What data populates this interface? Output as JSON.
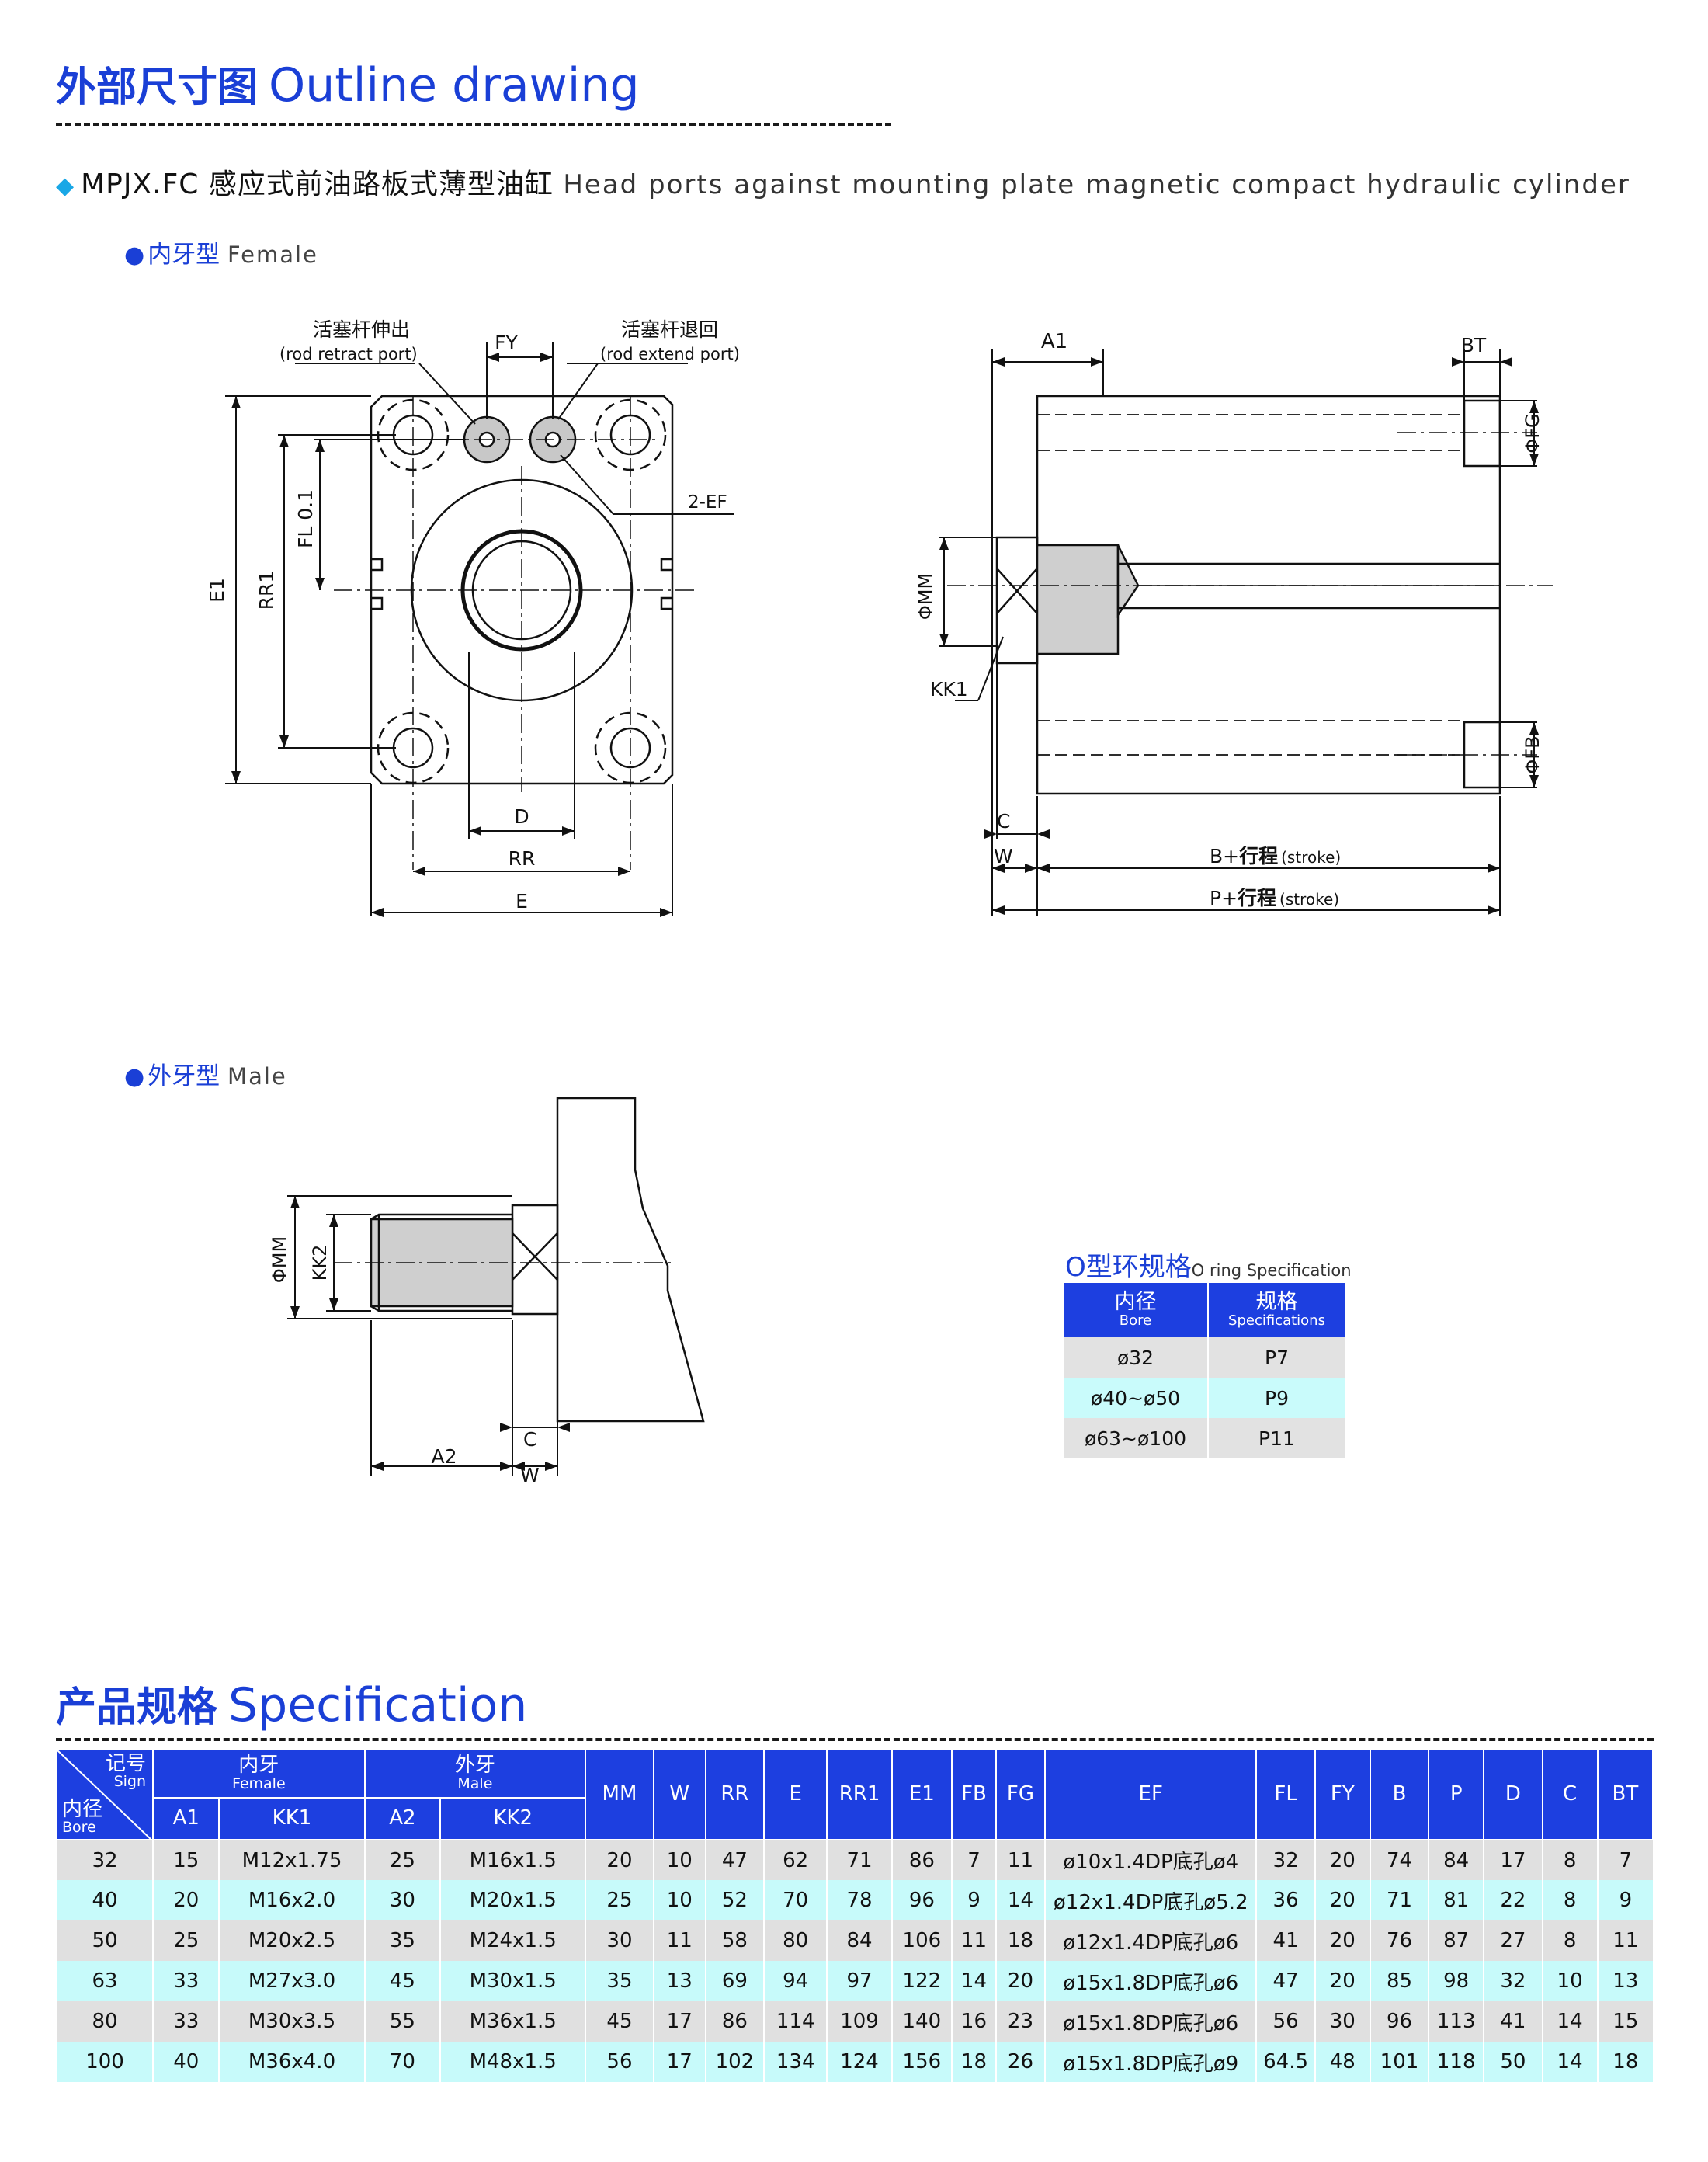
{
  "outline": {
    "title_cn": "外部尺寸图",
    "title_en": "Outline drawing"
  },
  "product": {
    "diamond": "◆",
    "model": "MPJX.FC",
    "name_cn": "感应式前油路板式薄型油缸",
    "name_en": "Head ports against mounting plate magnetic compact hydraulic cylinder"
  },
  "female": {
    "bullet": "●",
    "cn": "内牙型",
    "en": "Female"
  },
  "male": {
    "bullet": "●",
    "cn": "外牙型",
    "en": "Male"
  },
  "drawing_front": {
    "port_left_cn": "活塞杆伸出",
    "port_left_en": "(rod retract port)",
    "port_right_cn": "活塞杆退回",
    "port_right_en": "(rod extend port)",
    "fy": "FY",
    "ef": "2-EF",
    "fl": "FL 0.1",
    "e1": "E1",
    "rr1": "RR1",
    "d": "D",
    "rr": "RR",
    "e": "E"
  },
  "drawing_side": {
    "a1": "A1",
    "bt": "BT",
    "fg": "ΦFG",
    "fb": "ΦFB",
    "mm": "ΦMM",
    "kk1": "KK1",
    "c": "C",
    "w": "W",
    "b_stroke_a": "B+",
    "b_stroke_cn": "行程",
    "b_stroke_en": "(stroke)",
    "p_stroke_a": "P+",
    "p_stroke_cn": "行程",
    "p_stroke_en": "(stroke)"
  },
  "drawing_male": {
    "mm": "ΦMM",
    "kk2": "KK2",
    "c": "C",
    "a2": "A2",
    "w": "W"
  },
  "oring": {
    "title_cn": "O型环规格",
    "title_en": "O ring Specification",
    "col1_cn": "内径",
    "col1_en": "Bore",
    "col2_cn": "规格",
    "col2_en": "Specifications",
    "rows": [
      {
        "bore": "ø32",
        "spec": "P7"
      },
      {
        "bore": "ø40~ø50",
        "spec": "P9"
      },
      {
        "bore": "ø63~ø100",
        "spec": "P11"
      }
    ]
  },
  "specification": {
    "title_cn": "产品规格",
    "title_en": "Specification",
    "header": {
      "sign_cn": "记号",
      "sign_en": "Sign",
      "bore_cn": "内径",
      "bore_en": "Bore",
      "female_cn": "内牙",
      "female_en": "Female",
      "male_cn": "外牙",
      "male_en": "Male",
      "cols": [
        "MM",
        "W",
        "RR",
        "E",
        "RR1",
        "E1",
        "FB",
        "FG",
        "EF",
        "FL",
        "FY",
        "B",
        "P",
        "D",
        "C",
        "BT"
      ],
      "female_sub": [
        "A1",
        "KK1"
      ],
      "male_sub": [
        "A2",
        "KK2"
      ]
    },
    "rows": [
      [
        "32",
        "15",
        "M12x1.75",
        "25",
        "M16x1.5",
        "20",
        "10",
        "47",
        "62",
        "71",
        "86",
        "7",
        "11",
        "ø10x1.4DP底孔ø4",
        "32",
        "20",
        "74",
        "84",
        "17",
        "8",
        "7"
      ],
      [
        "40",
        "20",
        "M16x2.0",
        "30",
        "M20x1.5",
        "25",
        "10",
        "52",
        "70",
        "78",
        "96",
        "9",
        "14",
        "ø12x1.4DP底孔ø5.2",
        "36",
        "20",
        "71",
        "81",
        "22",
        "8",
        "9"
      ],
      [
        "50",
        "25",
        "M20x2.5",
        "35",
        "M24x1.5",
        "30",
        "11",
        "58",
        "80",
        "84",
        "106",
        "11",
        "18",
        "ø12x1.4DP底孔ø6",
        "41",
        "20",
        "76",
        "87",
        "27",
        "8",
        "11"
      ],
      [
        "63",
        "33",
        "M27x3.0",
        "45",
        "M30x1.5",
        "35",
        "13",
        "69",
        "94",
        "97",
        "122",
        "14",
        "20",
        "ø15x1.8DP底孔ø6",
        "47",
        "20",
        "85",
        "98",
        "32",
        "10",
        "13"
      ],
      [
        "80",
        "33",
        "M30x3.5",
        "55",
        "M36x1.5",
        "45",
        "17",
        "86",
        "114",
        "109",
        "140",
        "16",
        "23",
        "ø15x1.8DP底孔ø6",
        "56",
        "30",
        "96",
        "113",
        "41",
        "14",
        "15"
      ],
      [
        "100",
        "40",
        "M36x4.0",
        "70",
        "M48x1.5",
        "56",
        "17",
        "102",
        "134",
        "124",
        "156",
        "18",
        "26",
        "ø15x1.8DP底孔ø9",
        "64.5",
        "48",
        "101",
        "118",
        "50",
        "14",
        "18"
      ]
    ]
  }
}
